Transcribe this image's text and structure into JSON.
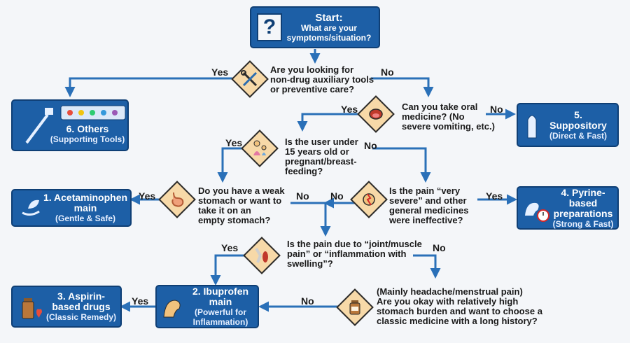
{
  "start": {
    "title": "Start:",
    "line1": "What are your",
    "line2": "symptoms/situation?"
  },
  "questions": {
    "q1": [
      "Are you looking for",
      "non-drug auxiliary tools",
      "or preventive care?"
    ],
    "q2": [
      "Can you take oral",
      "medicine? (No",
      "severe vomiting, etc.)"
    ],
    "q3": [
      "Is the user under",
      "15 years old or",
      "pregnant/breast-",
      "feeding?"
    ],
    "q4": [
      "Do you have a weak",
      "stomach or want to",
      "take it on an",
      "empty stomach?"
    ],
    "q5": [
      "Is the pain “very",
      "severe” and other",
      "general medicines",
      "were ineffective?"
    ],
    "q6": [
      "Is the pain due to “joint/muscle",
      "pain” or “inflammation with",
      "swelling”?"
    ],
    "q7": [
      "(Mainly headache/menstrual pain)",
      "Are you okay with relatively high",
      "stomach burden and want to choose a",
      "classic medicine with a long history?"
    ]
  },
  "results": {
    "r1": {
      "title": [
        "1. Acetaminophen",
        "main"
      ],
      "sub": "(Gentle & Safe)"
    },
    "r2": {
      "title": [
        "2. Ibuprofen main"
      ],
      "sub": [
        "(Powerful for",
        "Inflammation)"
      ]
    },
    "r3": {
      "title": [
        "3. Aspirin-",
        "based drugs"
      ],
      "sub": "(Classic Remedy)"
    },
    "r4": {
      "title": [
        "4. Pyrine-",
        "based",
        "preparations"
      ],
      "sub": "(Strong & Fast)"
    },
    "r5": {
      "title": [
        "5.",
        "Suppository"
      ],
      "sub": "(Direct & Fast)"
    },
    "r6": {
      "title": "6. Others",
      "sub": "(Supporting Tools)"
    }
  },
  "labels": {
    "yes": "Yes",
    "no": "No"
  },
  "icons": {
    "start": "question-mark-icon",
    "q1": "tools-icon",
    "q2": "open-mouth-icon",
    "q3": "mother-child-icon",
    "q4": "stomach-icon",
    "q5": "headache-icon",
    "q6": "joint-muscle-icon",
    "q7": "medicine-bottle-icon",
    "r1": "leaf-hand-icon",
    "r2": "flexed-arm-icon",
    "r3": "bottle-heart-icon",
    "r4": "arm-stopwatch-icon",
    "r5": "suppository-icon",
    "r6": "toothbrush-pillbox-icon"
  },
  "colors": {
    "box": "#1d5fa6",
    "box_border": "#0f3f75",
    "arrow": "#2a70b8",
    "diamond": "#f7d9a8"
  }
}
